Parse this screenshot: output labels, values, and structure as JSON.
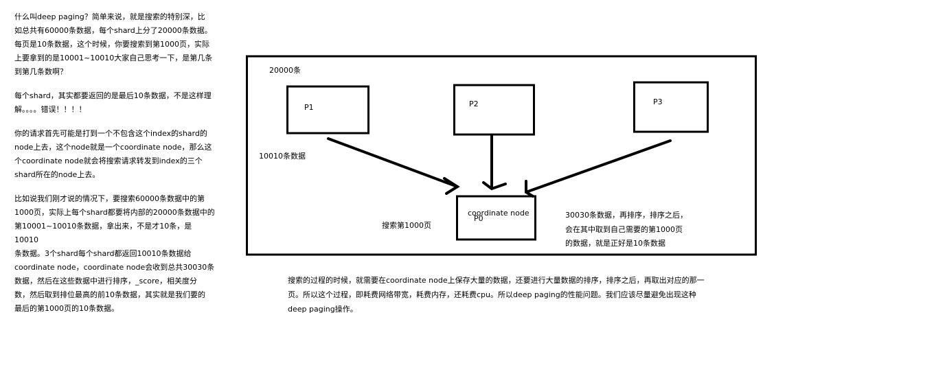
{
  "left_paragraphs": [
    "什么叫deep paging？简单来说，就是搜索的特别深，比\n如总共有60000条数据，每个shard上分了20000条数据。\n每页是10条数据，这个时候，你要搜索到第1000页，实际\n上要拿到的是10001~10010大家自己思考一下，是第几条\n到第几条数啊？",
    "每个shard，其实都要返回的是最后10条数据，不是这样理\n解。。。。错误！！！！",
    "你的请求首先可能是打到一个不包含这个index的shard的\nnode上去，这个node就是一个coordinate node，那么这\n个coordinate node就会将搜索请求转发到index的三个\nshard所在的node上去。",
    "比如说我们刚才说的情况下，要搜索60000条数据中的第\n1000页，实际上每个shard都要将内部的20000条数据中的\n第10001~10010条数据，拿出来，不是才10条，是10010\n条数据。3个shard每个shard都返回10010条数据给\ncoordinate node，coordinate node会收到总共30030条\n数据，然后在这些数据中进行排序，_score，相关度分\n数，然后取到排位最高的前10条数据，其实就是我们要的\n最后的第1000页的10条数据。"
  ],
  "diagram": {
    "shard_count_label": "20000条",
    "p1_label": "P1",
    "p2_label": "P2",
    "p3_label": "P3",
    "per_shard_label": "10010条数据",
    "coordinate_label": "coordinate node",
    "p0_label": "P0",
    "search_page_label": "搜索第1000页",
    "merge_note_lines": [
      "30030条数据，再排序，排序之后，",
      "会在其中取到自己需要的第1000页",
      "的数据，就是正好是10条数据"
    ]
  },
  "bottom_paragraph": "搜索的过程的时候，就需要在coordinate node上保存大量的数据，还要进行大量数据的排序，排序之后，再取出对应的那一\n页。所以这个过程，即耗费网络带宽，耗费内存，还耗费cpu。所以deep paging的性能问题。我们应该尽量避免出现这种\ndeep paging操作。"
}
